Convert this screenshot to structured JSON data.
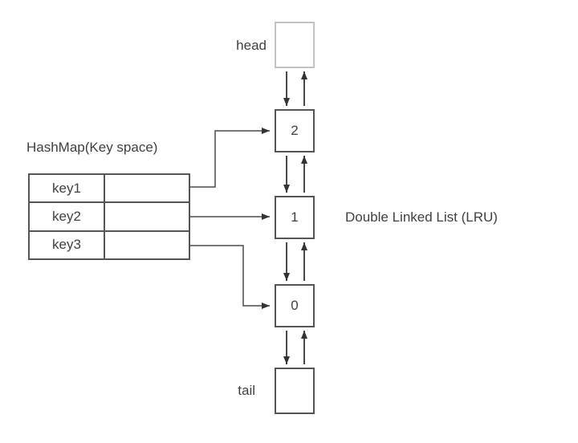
{
  "diagram": {
    "hashmap": {
      "title": "HashMap(Key space)",
      "rows": [
        {
          "key": "key1"
        },
        {
          "key": "key2"
        },
        {
          "key": "key3"
        }
      ]
    },
    "linked_list": {
      "label": "Double Linked List (LRU)",
      "head_label": "head",
      "tail_label": "tail",
      "nodes": [
        {
          "value": "2"
        },
        {
          "value": "1"
        },
        {
          "value": "0"
        }
      ]
    },
    "colors": {
      "node_border": "#555555",
      "head_box_border": "#c2c2c2",
      "line": "#4a4a4a",
      "arrowhead": "#333333",
      "text": "#404040",
      "background": "#ffffff"
    }
  }
}
